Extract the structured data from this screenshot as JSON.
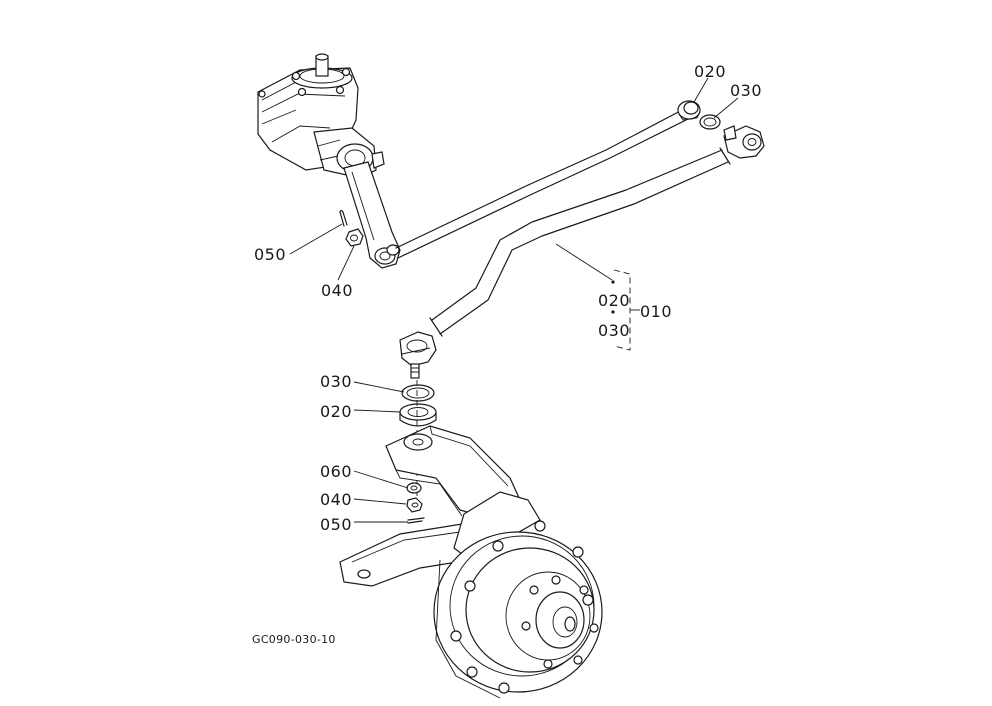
{
  "labels": {
    "top_020": "020",
    "top_030": "030",
    "left_050": "050",
    "left_040": "040",
    "group_020": "020",
    "group_030": "030",
    "group_010": "010",
    "mid_030": "030",
    "mid_020": "020",
    "low_060": "060",
    "low_040": "040",
    "low_050": "050"
  },
  "figure_code": "GC090-030-10"
}
